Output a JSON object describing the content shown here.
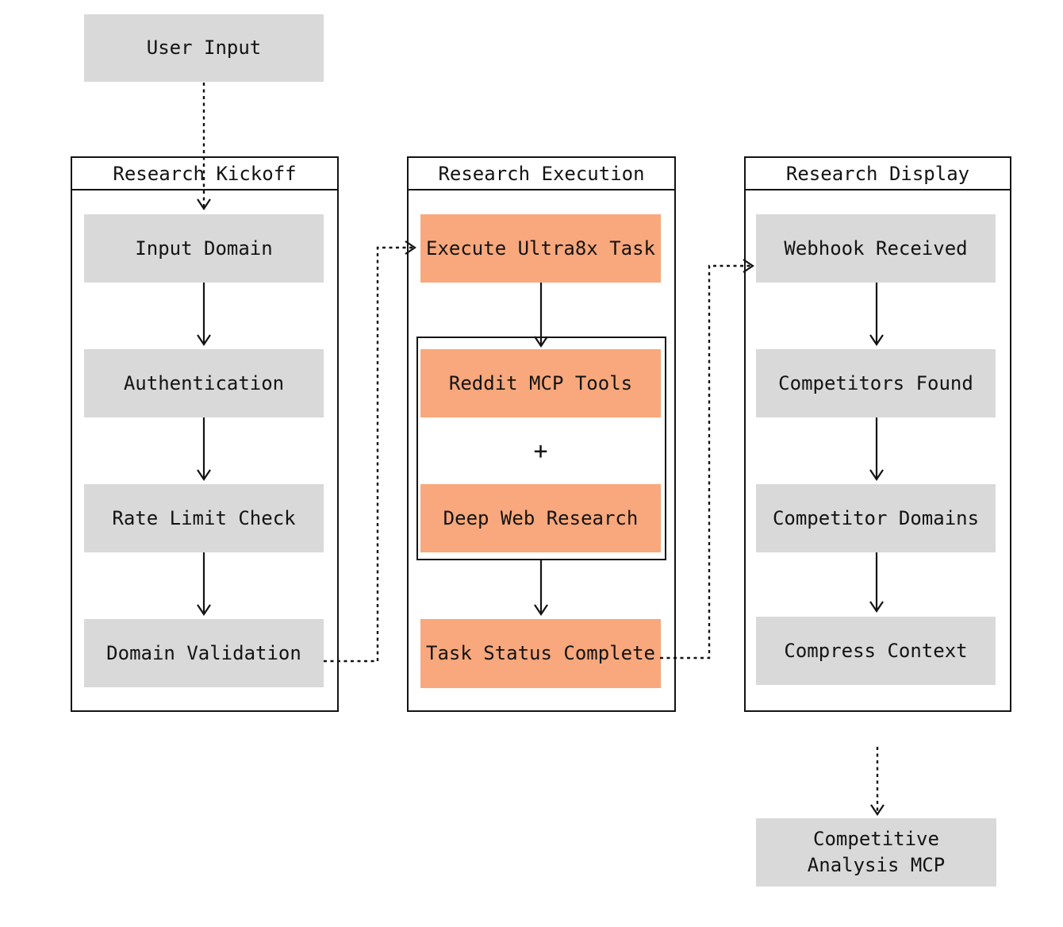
{
  "colors": {
    "node_gray": "#d9d9d9",
    "node_orange": "#f8a87c",
    "line": "#131313",
    "background": "#ffffff"
  },
  "flowchart": {
    "user_input": {
      "label": "User Input"
    },
    "kickoff": {
      "title": "Research Kickoff",
      "steps": [
        {
          "label": "Input Domain"
        },
        {
          "label": "Authentication"
        },
        {
          "label": "Rate Limit Check"
        },
        {
          "label": "Domain Validation"
        }
      ]
    },
    "execution": {
      "title": "Research Execution",
      "execute_task": {
        "label": "Execute Ultra8x Task"
      },
      "tool_group": {
        "reddit": {
          "label": "Reddit MCP Tools"
        },
        "operator": "+",
        "deep_web": {
          "label": "Deep Web Research"
        }
      },
      "task_status": {
        "label": "Task Status Complete"
      }
    },
    "display": {
      "title": "Research Display",
      "steps": [
        {
          "label": "Webhook Received"
        },
        {
          "label": "Competitors Found"
        },
        {
          "label": "Competitor Domains"
        },
        {
          "label": "Compress Context"
        }
      ]
    },
    "output": {
      "label": "Competitive\nAnalysis MCP"
    }
  }
}
